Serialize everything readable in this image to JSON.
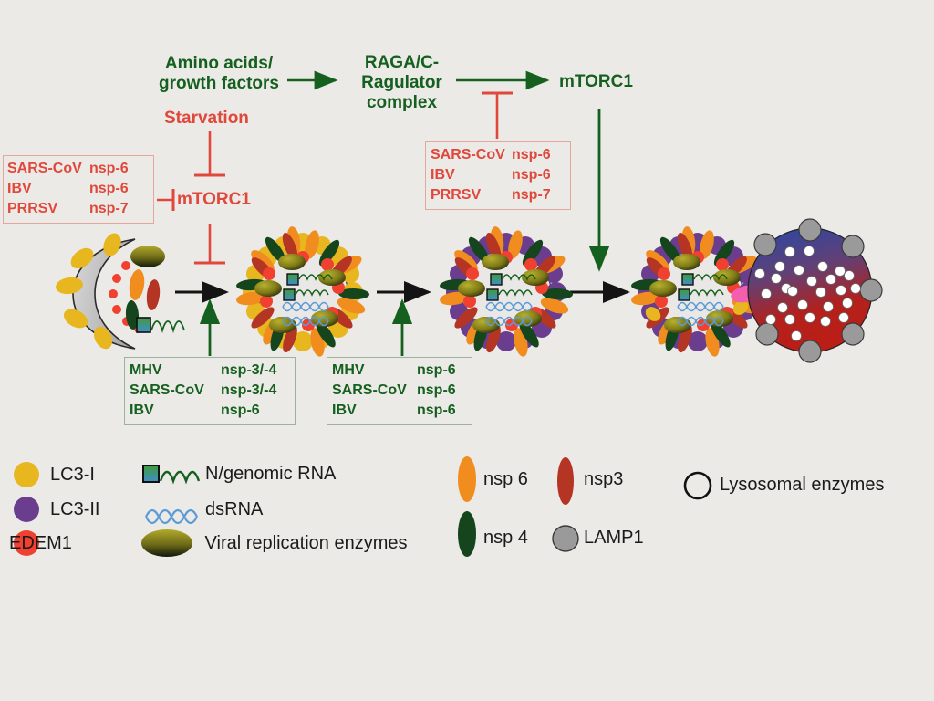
{
  "page": {
    "background": "#ebeae7",
    "title": "Coronavirus nsp-mediated modulation of mTORC1 and autophagosome maturation"
  },
  "colors": {
    "green": "#16601f",
    "red": "#e0483c",
    "black": "#141414",
    "lc3i": "#e8b61e",
    "lc3ii": "#6b3d8f",
    "edem1": "#f0402f",
    "nsp6": "#f08d1e",
    "nsp3": "#b43524",
    "nsp4": "#14451c",
    "lamp1": "#9a9a9a",
    "replication_enzyme": "#8a8420",
    "dsrna": "#5b9bd5",
    "lysosome_top": "#2a4fa8",
    "lysosome_bottom": "#b8201a"
  },
  "pathway": {
    "amino_acids": "Amino acids/\ngrowth factors",
    "raga": "RAGA/C-\nRagulator\ncomplex",
    "mtorc1_top": "mTORC1",
    "starvation": "Starvation",
    "mtorc1_left": "mTORC1"
  },
  "boxes": {
    "left_red": {
      "rows": [
        {
          "virus": "SARS-CoV",
          "nsp": "nsp-6"
        },
        {
          "virus": "IBV",
          "nsp": "nsp-6"
        },
        {
          "virus": "PRRSV",
          "nsp": "nsp-7"
        }
      ]
    },
    "top_red": {
      "rows": [
        {
          "virus": "SARS-CoV",
          "nsp": "nsp-6"
        },
        {
          "virus": "IBV",
          "nsp": "nsp-6"
        },
        {
          "virus": "PRRSV",
          "nsp": "nsp-7"
        }
      ]
    },
    "green_left": {
      "rows": [
        {
          "virus": "MHV",
          "nsp": "nsp-3/-4"
        },
        {
          "virus": "SARS-CoV",
          "nsp": "nsp-3/-4"
        },
        {
          "virus": "IBV",
          "nsp": "nsp-6"
        }
      ]
    },
    "green_right": {
      "rows": [
        {
          "virus": "MHV",
          "nsp": "nsp-6"
        },
        {
          "virus": "SARS-CoV",
          "nsp": "nsp-6"
        },
        {
          "virus": "IBV",
          "nsp": "nsp-6"
        }
      ]
    }
  },
  "legend": {
    "column1": [
      {
        "icon": "circle-yellow-icon",
        "label": "LC3-I"
      },
      {
        "icon": "circle-purple-icon",
        "label": "LC3-II"
      },
      {
        "icon": "circle-red-icon",
        "label": "EDEM1"
      }
    ],
    "column2": [
      {
        "icon": "n-protein-rna-icon",
        "label": "N/genomic RNA"
      },
      {
        "icon": "dsrna-icon",
        "label": "dsRNA"
      },
      {
        "icon": "replication-enzyme-icon",
        "label": " Viral replication enzymes"
      }
    ],
    "column3": [
      {
        "icon": "ellipse-orange-icon",
        "label": "nsp 6"
      },
      {
        "icon": "ellipse-darkgreen-icon",
        "label": "nsp 4"
      }
    ],
    "column4": [
      {
        "icon": "ellipse-darkred-icon",
        "label": "nsp3"
      },
      {
        "icon": "circle-gray-icon",
        "label": "LAMP1"
      }
    ],
    "column5": [
      {
        "icon": "circle-outline-icon",
        "label": "Lysosomal enzymes"
      }
    ]
  },
  "structures": {
    "er": "endoplasmic-reticulum-with-lc3i",
    "dmv1": "double-membrane-vesicle-lc3i",
    "dmv2": "double-membrane-vesicle-lc3ii",
    "dmv3": "autophagosome-lc3ii",
    "lysosome": "lysosome-with-lamp1"
  }
}
